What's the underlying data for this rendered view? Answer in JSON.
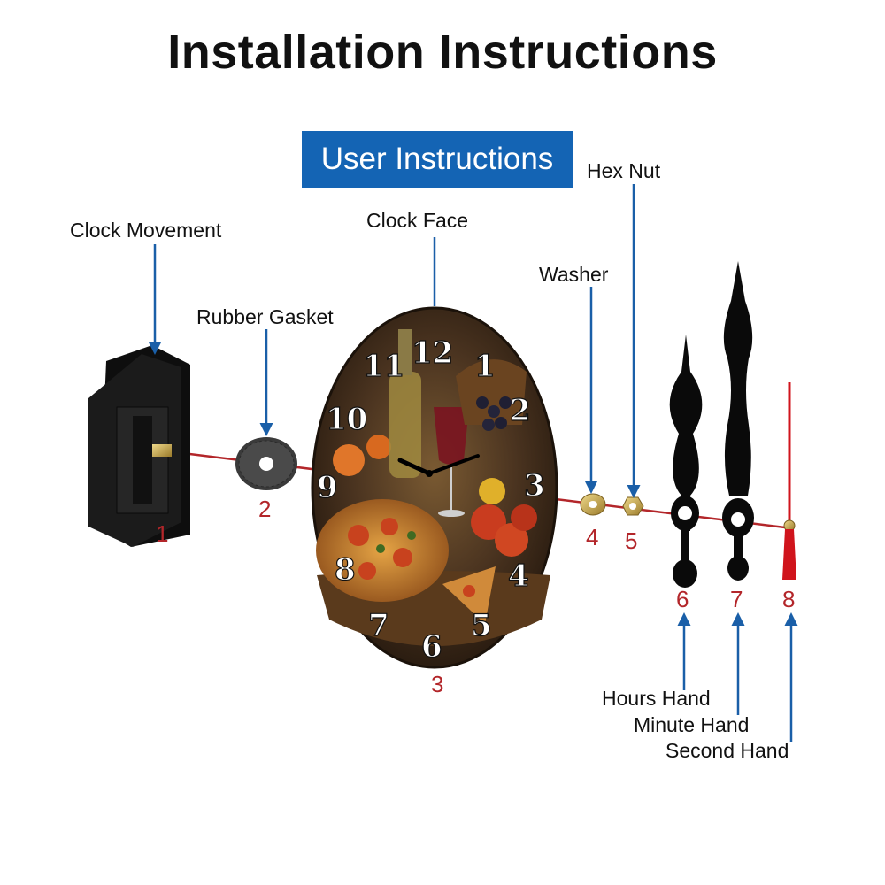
{
  "title": "Installation Instructions",
  "banner": "User Instructions",
  "parts": [
    {
      "number": "1",
      "label": "Clock Movement"
    },
    {
      "number": "2",
      "label": "Rubber Gasket"
    },
    {
      "number": "3",
      "label": "Clock Face"
    },
    {
      "number": "4",
      "label": "Washer"
    },
    {
      "number": "5",
      "label": "Hex Nut"
    },
    {
      "number": "6",
      "label": "Hours Hand"
    },
    {
      "number": "7",
      "label": "Minute Hand"
    },
    {
      "number": "8",
      "label": "Second Hand"
    }
  ],
  "clock_numerals": [
    "12",
    "1",
    "2",
    "3",
    "4",
    "5",
    "6",
    "7",
    "8",
    "9",
    "10",
    "11"
  ],
  "colors": {
    "banner": "#1464b4",
    "leader": "#1a5fa8",
    "number": "#b3262a",
    "axis": "#b3262a",
    "second_hand": "#d0141c"
  }
}
